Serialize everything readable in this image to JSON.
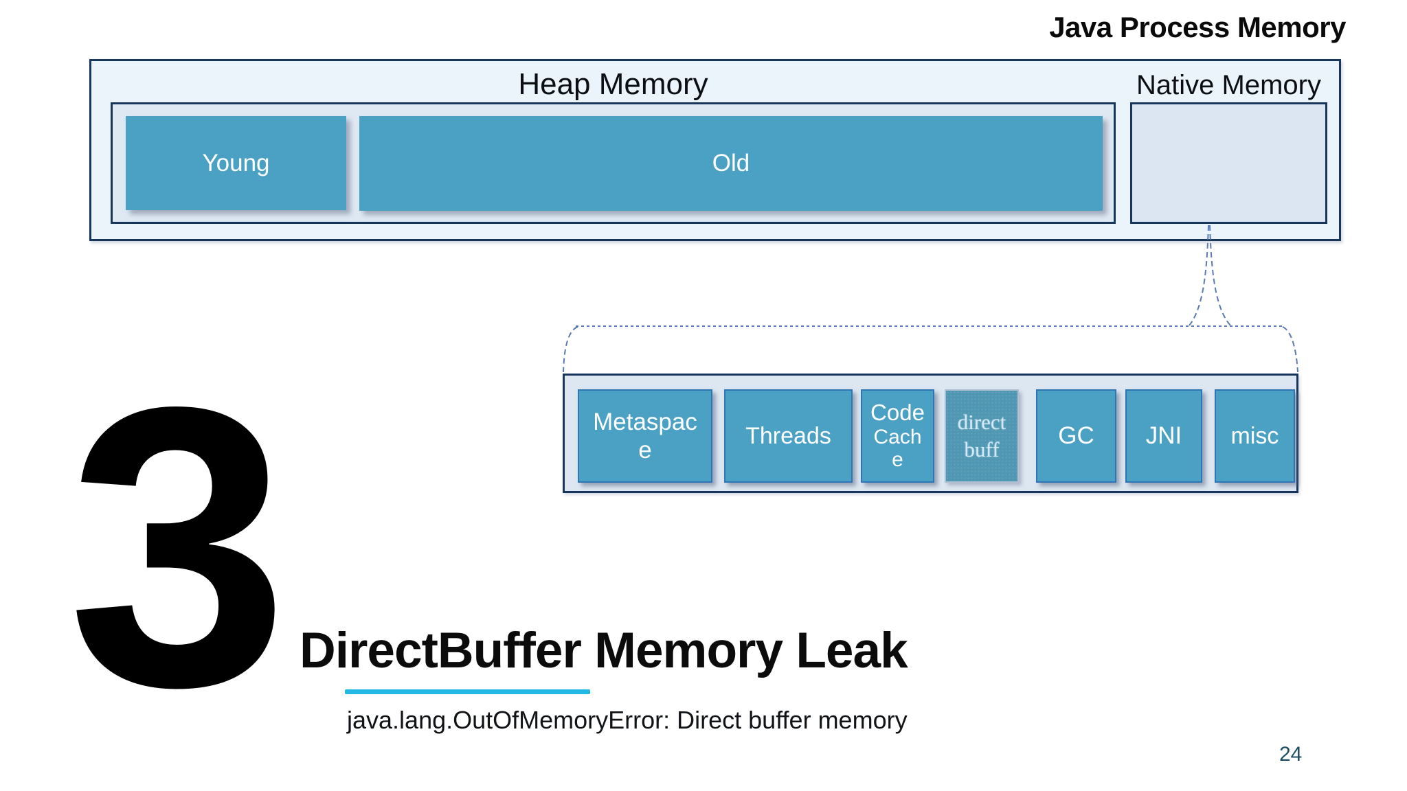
{
  "slide": {
    "kicker": "Java Process Memory",
    "big_number": "3",
    "title": "DirectBuffer Memory Leak",
    "subtitle": "java.lang.OutOfMemoryError: Direct buffer memory",
    "page_number": "24"
  },
  "diagram": {
    "heap": {
      "label": "Heap Memory",
      "regions": [
        {
          "id": "young",
          "label": "Young"
        },
        {
          "id": "old",
          "label": "Old"
        }
      ]
    },
    "native": {
      "label": "Native Memory"
    },
    "components": [
      {
        "id": "metaspace",
        "label": "Metaspace",
        "lines": [
          "Metaspac",
          "e"
        ],
        "variant": "normal"
      },
      {
        "id": "threads",
        "label": "Threads",
        "lines": [
          "Threads"
        ],
        "variant": "normal"
      },
      {
        "id": "code-cache",
        "label": "Code Cache",
        "lines": [
          "Code",
          "Cach",
          "e"
        ],
        "variant": "normal"
      },
      {
        "id": "direct-buff",
        "label": "direct buff",
        "lines": [
          "direct",
          "buff"
        ],
        "variant": "highlight"
      },
      {
        "id": "gc",
        "label": "GC",
        "lines": [
          "GC"
        ],
        "variant": "normal"
      },
      {
        "id": "jni",
        "label": "JNI",
        "lines": [
          "JNI"
        ],
        "variant": "normal"
      },
      {
        "id": "misc",
        "label": "misc",
        "lines": [
          "misc"
        ],
        "variant": "normal"
      }
    ],
    "colors": {
      "region_fill": "#4BA1C3",
      "region_border": "#2E75B6",
      "outer_fill": "#EAF4FA",
      "panel_fill": "#DFE9F4",
      "navy_border": "#17365D",
      "dash_line": "#5A7AB0",
      "title_underline": "#24B9E2",
      "highlight_fill": "#4F97B3",
      "highlight_border": "#AEBFD0",
      "highlight_text": "#D5EAF6",
      "page_number_text": "#1F4E63"
    }
  }
}
